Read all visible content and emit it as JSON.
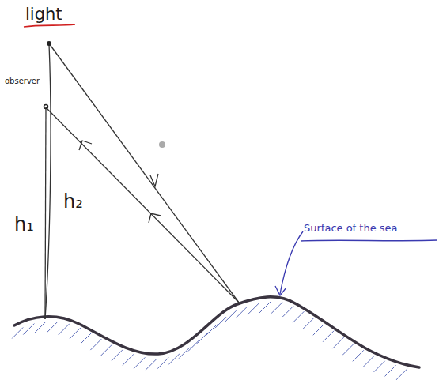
{
  "diagram": {
    "labels": [
      "light",
      "observer",
      "h₁",
      "h₂",
      "Surface of the sea"
    ]
  }
}
